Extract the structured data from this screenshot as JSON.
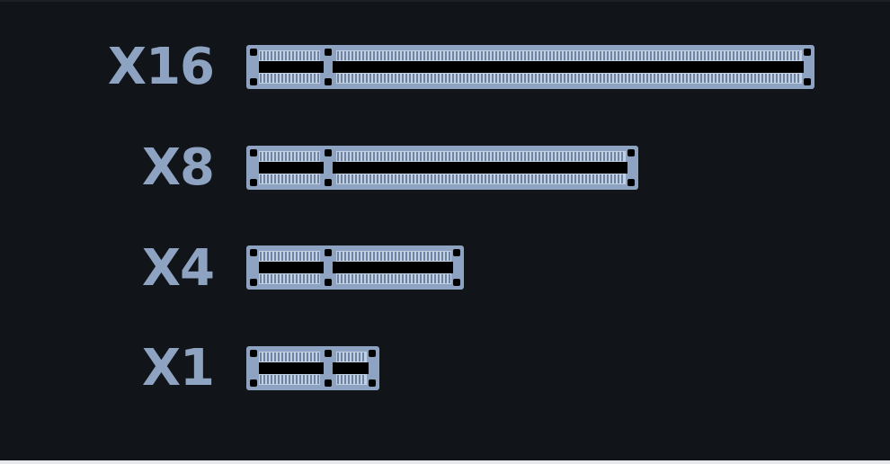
{
  "colors": {
    "background": "#111418",
    "slot_fill": "#8ea3c2",
    "slot_hole": "#000000",
    "pin": "#6f83a2",
    "pin_gap": "#c2d0e4",
    "label": "#8ea3c2"
  },
  "slots": [
    {
      "id": "x16",
      "label": "X16",
      "lanes": 16
    },
    {
      "id": "x8",
      "label": "X8",
      "lanes": 8
    },
    {
      "id": "x4",
      "label": "X4",
      "lanes": 4
    },
    {
      "id": "x1",
      "label": "X1",
      "lanes": 1
    }
  ]
}
